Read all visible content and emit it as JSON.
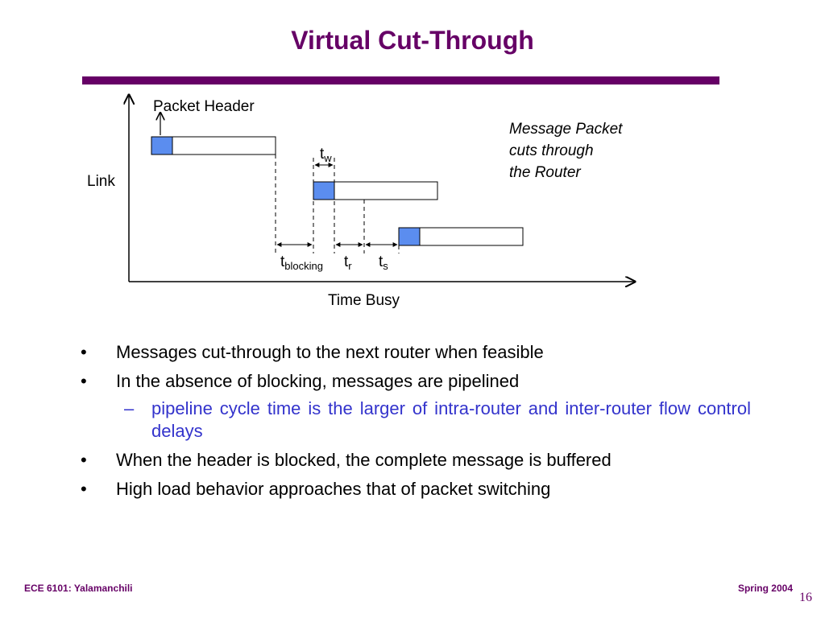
{
  "title": "Virtual Cut-Through",
  "diagram": {
    "y_axis_label": "Link",
    "x_axis_label": "Time Busy",
    "header_label": "Packet Header",
    "note_line1": "Message Packet",
    "note_line2": "cuts through",
    "note_line3": "the Router",
    "tw": {
      "main": "t",
      "sub": "w"
    },
    "t_blocking": {
      "main": "t",
      "sub": "blocking"
    },
    "tr": {
      "main": "t",
      "sub": "r"
    },
    "ts": {
      "main": "t",
      "sub": "s"
    },
    "header_color": "#5b8def"
  },
  "bullets": [
    {
      "symbol": "•",
      "text": "Messages cut-through to the next router when feasible"
    },
    {
      "symbol": "•",
      "text": "In the absence of blocking, messages are pipelined"
    },
    {
      "symbol": "•",
      "text": "When the header is blocked, the complete message is buffered"
    },
    {
      "symbol": "•",
      "text": "High load behavior approaches that of packet switching"
    }
  ],
  "sub_bullet": {
    "symbol": "–",
    "text": "pipeline cycle time is the larger of intra-router and inter-router flow control delays"
  },
  "footer": {
    "left": "ECE 6101: Yalamanchili",
    "right": "Spring 2004",
    "page": "16"
  }
}
